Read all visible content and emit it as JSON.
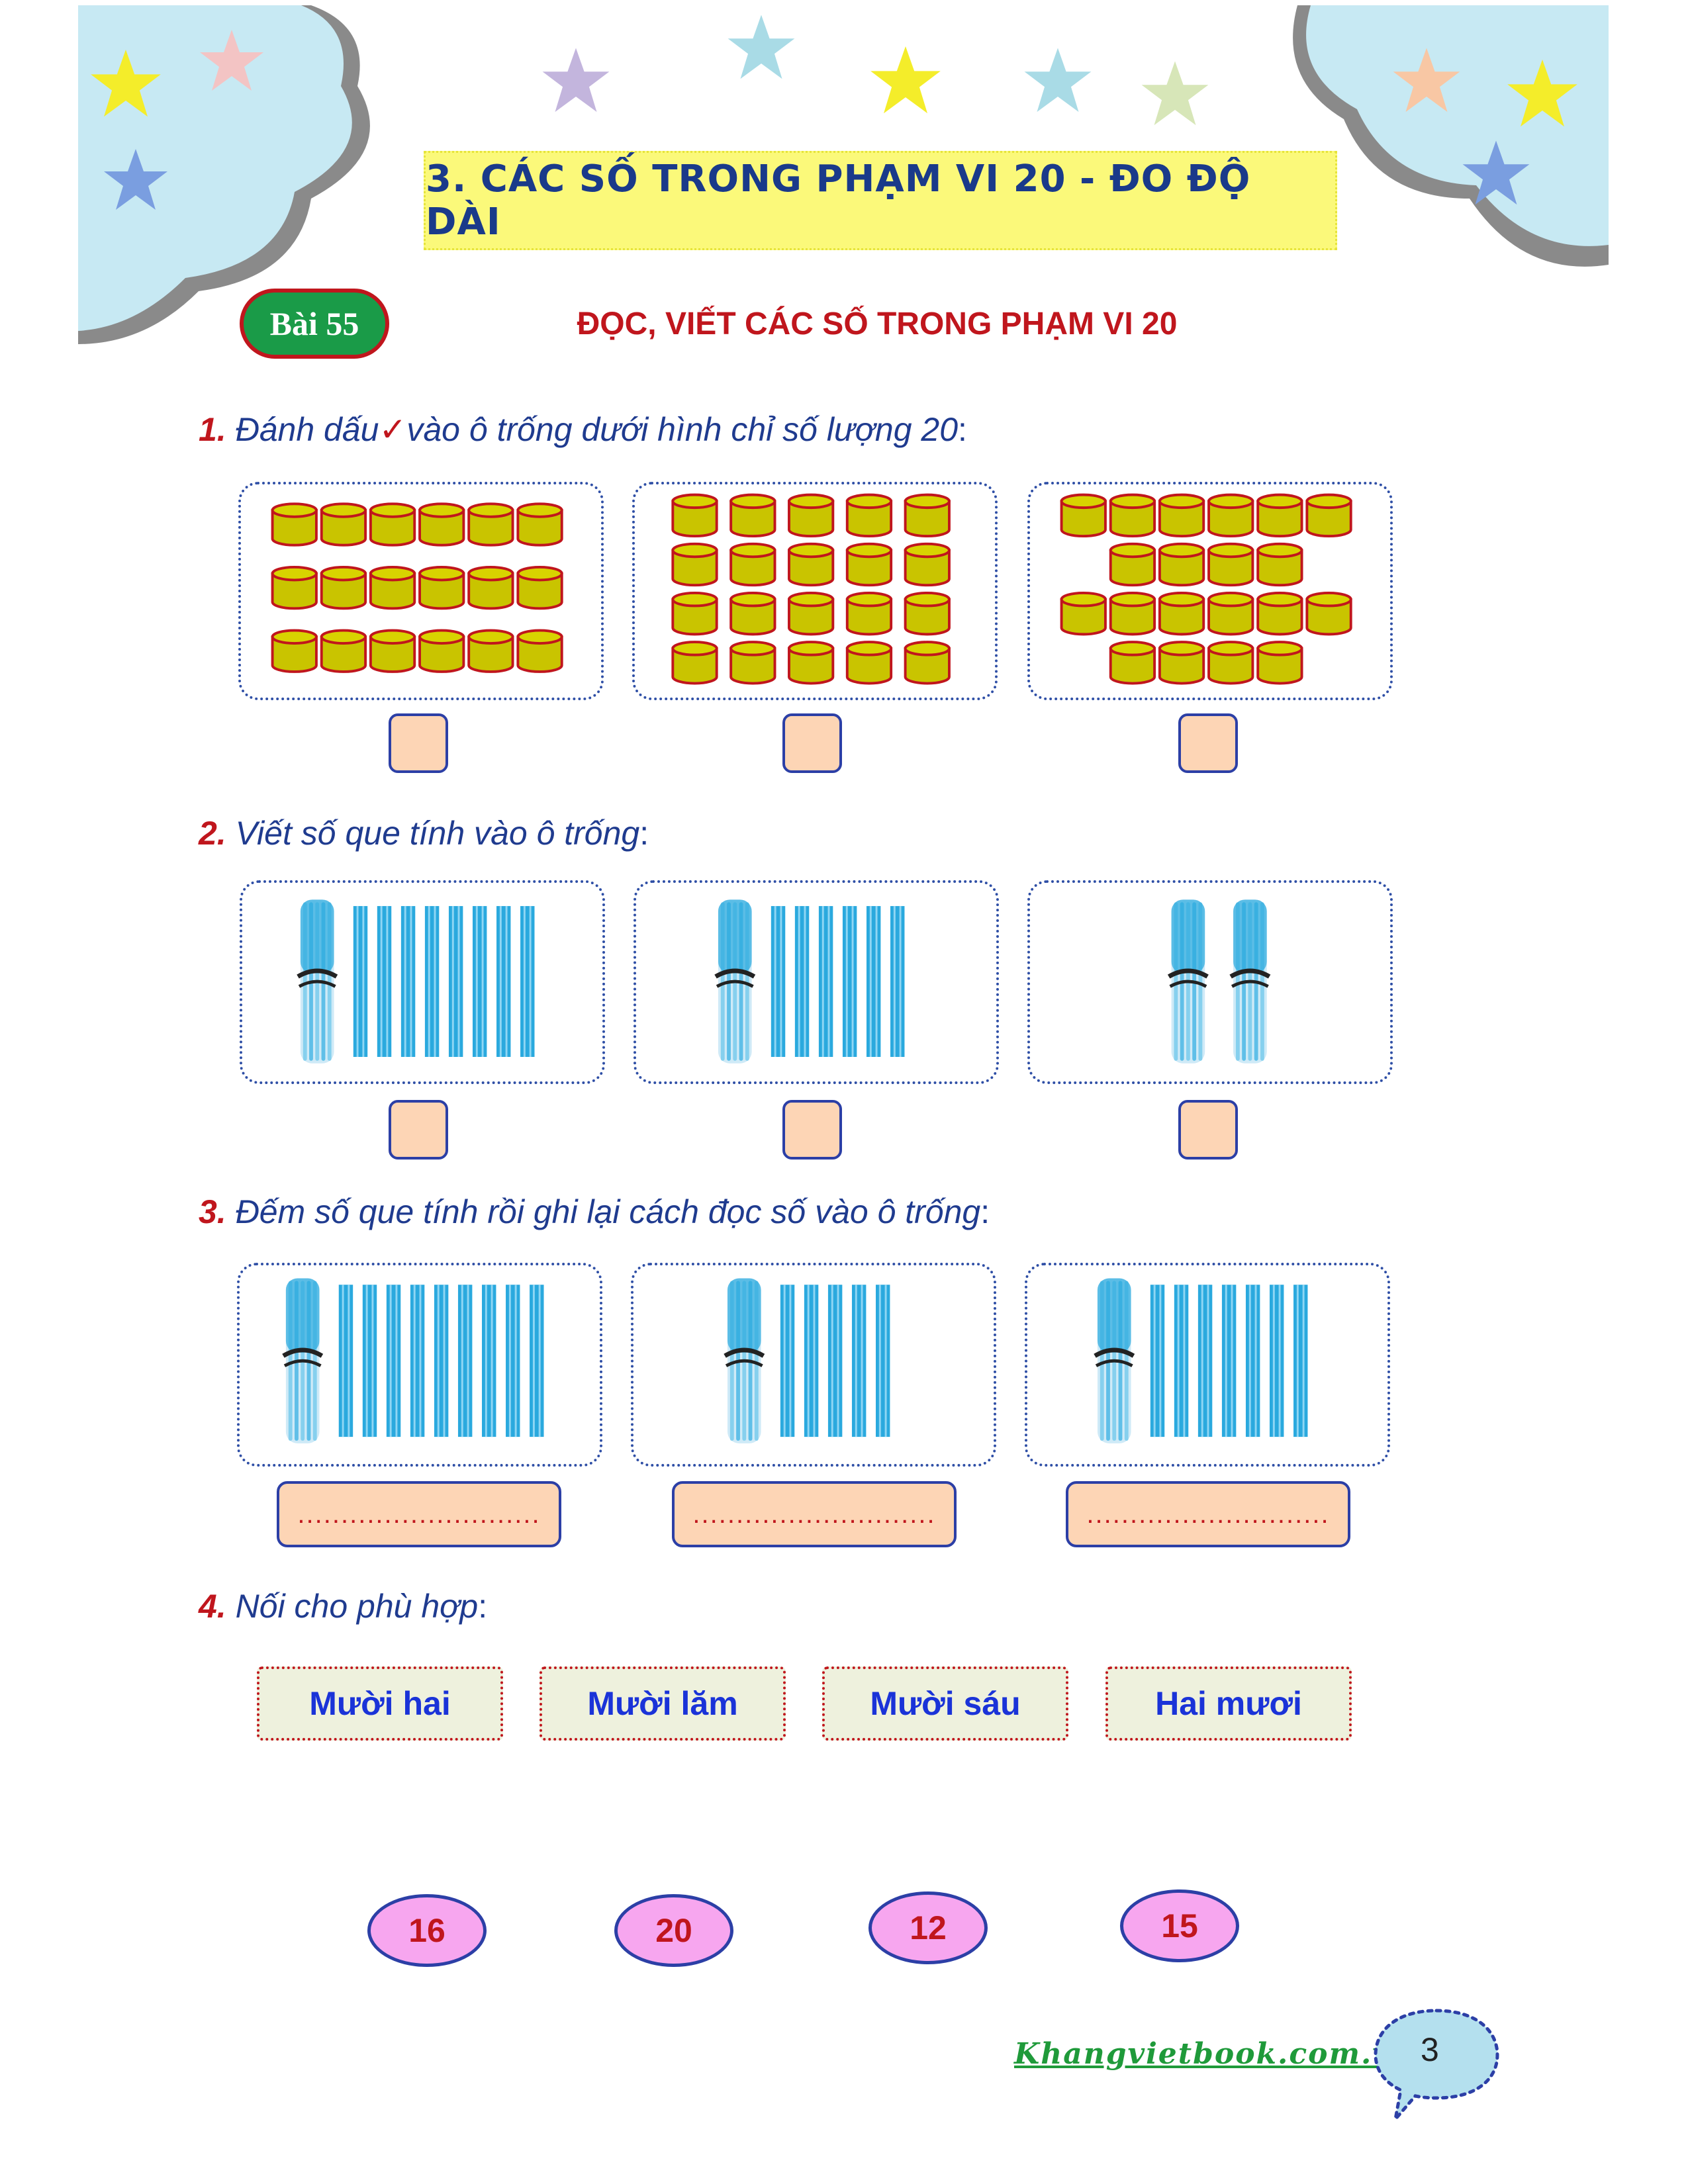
{
  "header": {
    "title": "3. CÁC SỐ TRONG PHẠM VI 20 - ĐO ĐỘ DÀI"
  },
  "lesson": {
    "badge": "Bài 55",
    "title": "ĐỌC, VIẾT CÁC SỐ TRONG PHẠM VI 20"
  },
  "q1": {
    "num": "1.",
    "text_before": "Đánh dấu",
    "check": "✓",
    "text_after": "vào ô trống dưới hình chỉ số lượng 20",
    "colon": ":",
    "groups": [
      18,
      20,
      20
    ]
  },
  "q2": {
    "num": "2.",
    "text": "Viết số que tính vào ô trống",
    "colon": ":",
    "groups": [
      {
        "bundles": 1,
        "sticks": 8
      },
      {
        "bundles": 1,
        "sticks": 6
      },
      {
        "bundles": 2,
        "sticks": 0
      }
    ]
  },
  "q3": {
    "num": "3.",
    "text": "Đếm số que tính rồi ghi lại cách đọc số vào ô trống",
    "colon": ":",
    "groups": [
      {
        "bundles": 1,
        "sticks": 9
      },
      {
        "bundles": 1,
        "sticks": 5
      },
      {
        "bundles": 1,
        "sticks": 7
      }
    ],
    "blank": "............................"
  },
  "q4": {
    "num": "4.",
    "text": "Nối cho phù hợp",
    "colon": ":",
    "words": [
      "Mười hai",
      "Mười lăm",
      "Mười sáu",
      "Hai mươi"
    ],
    "numbers": [
      "16",
      "20",
      "12",
      "15"
    ]
  },
  "footer": {
    "site": "Khangvietbook.com.vn",
    "page": "3"
  },
  "colors": {
    "accent_red": "#c0161d",
    "text_blue": "#1f3b8f",
    "cylinder_fill": "#c9c400",
    "stick_blue": "#2aa9de",
    "answer_fill": "#fdd5b5"
  }
}
